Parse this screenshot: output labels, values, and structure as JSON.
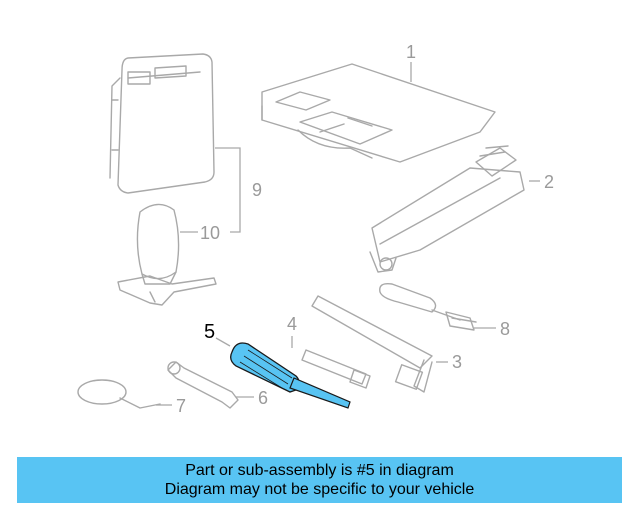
{
  "callouts": {
    "c1": "1",
    "c2": "2",
    "c3": "3",
    "c4": "4",
    "c5": "5",
    "c6": "6",
    "c7": "7",
    "c8": "8",
    "c9": "9",
    "c10": "10"
  },
  "highlighted_part": "5",
  "colors": {
    "highlight": "#58c4f3",
    "part_outline": "#a9a9a9",
    "callout_text": "#9a9a9a",
    "banner_bg": "#58c4f3"
  },
  "banner": {
    "line1": "Part or sub-assembly is #5 in diagram",
    "line2": "Diagram may not be specific to your vehicle"
  }
}
